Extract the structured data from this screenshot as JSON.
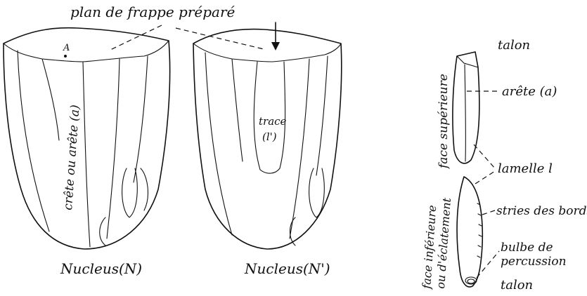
{
  "labels": {
    "plan_de_frappe": "plan de frappe préparé",
    "a_marker": "A",
    "crete": "crête ou arête (a)",
    "trace": "trace",
    "trace_l": "(l')",
    "nucleus_n": "Nucleus(N)",
    "nucleus_n_prime": "Nucleus(N')",
    "talon_top": "talon",
    "arete_a": "arête (a)",
    "face_superieure": "face supérieure",
    "lamelle": "lamelle l",
    "face_inferieure_1": "face inférieure",
    "face_inferieure_2": "ou d'éclatement",
    "stries": "stries des bords",
    "bulbe_1": "bulbe de",
    "bulbe_2": "percussion",
    "talon_bottom": "talon"
  }
}
